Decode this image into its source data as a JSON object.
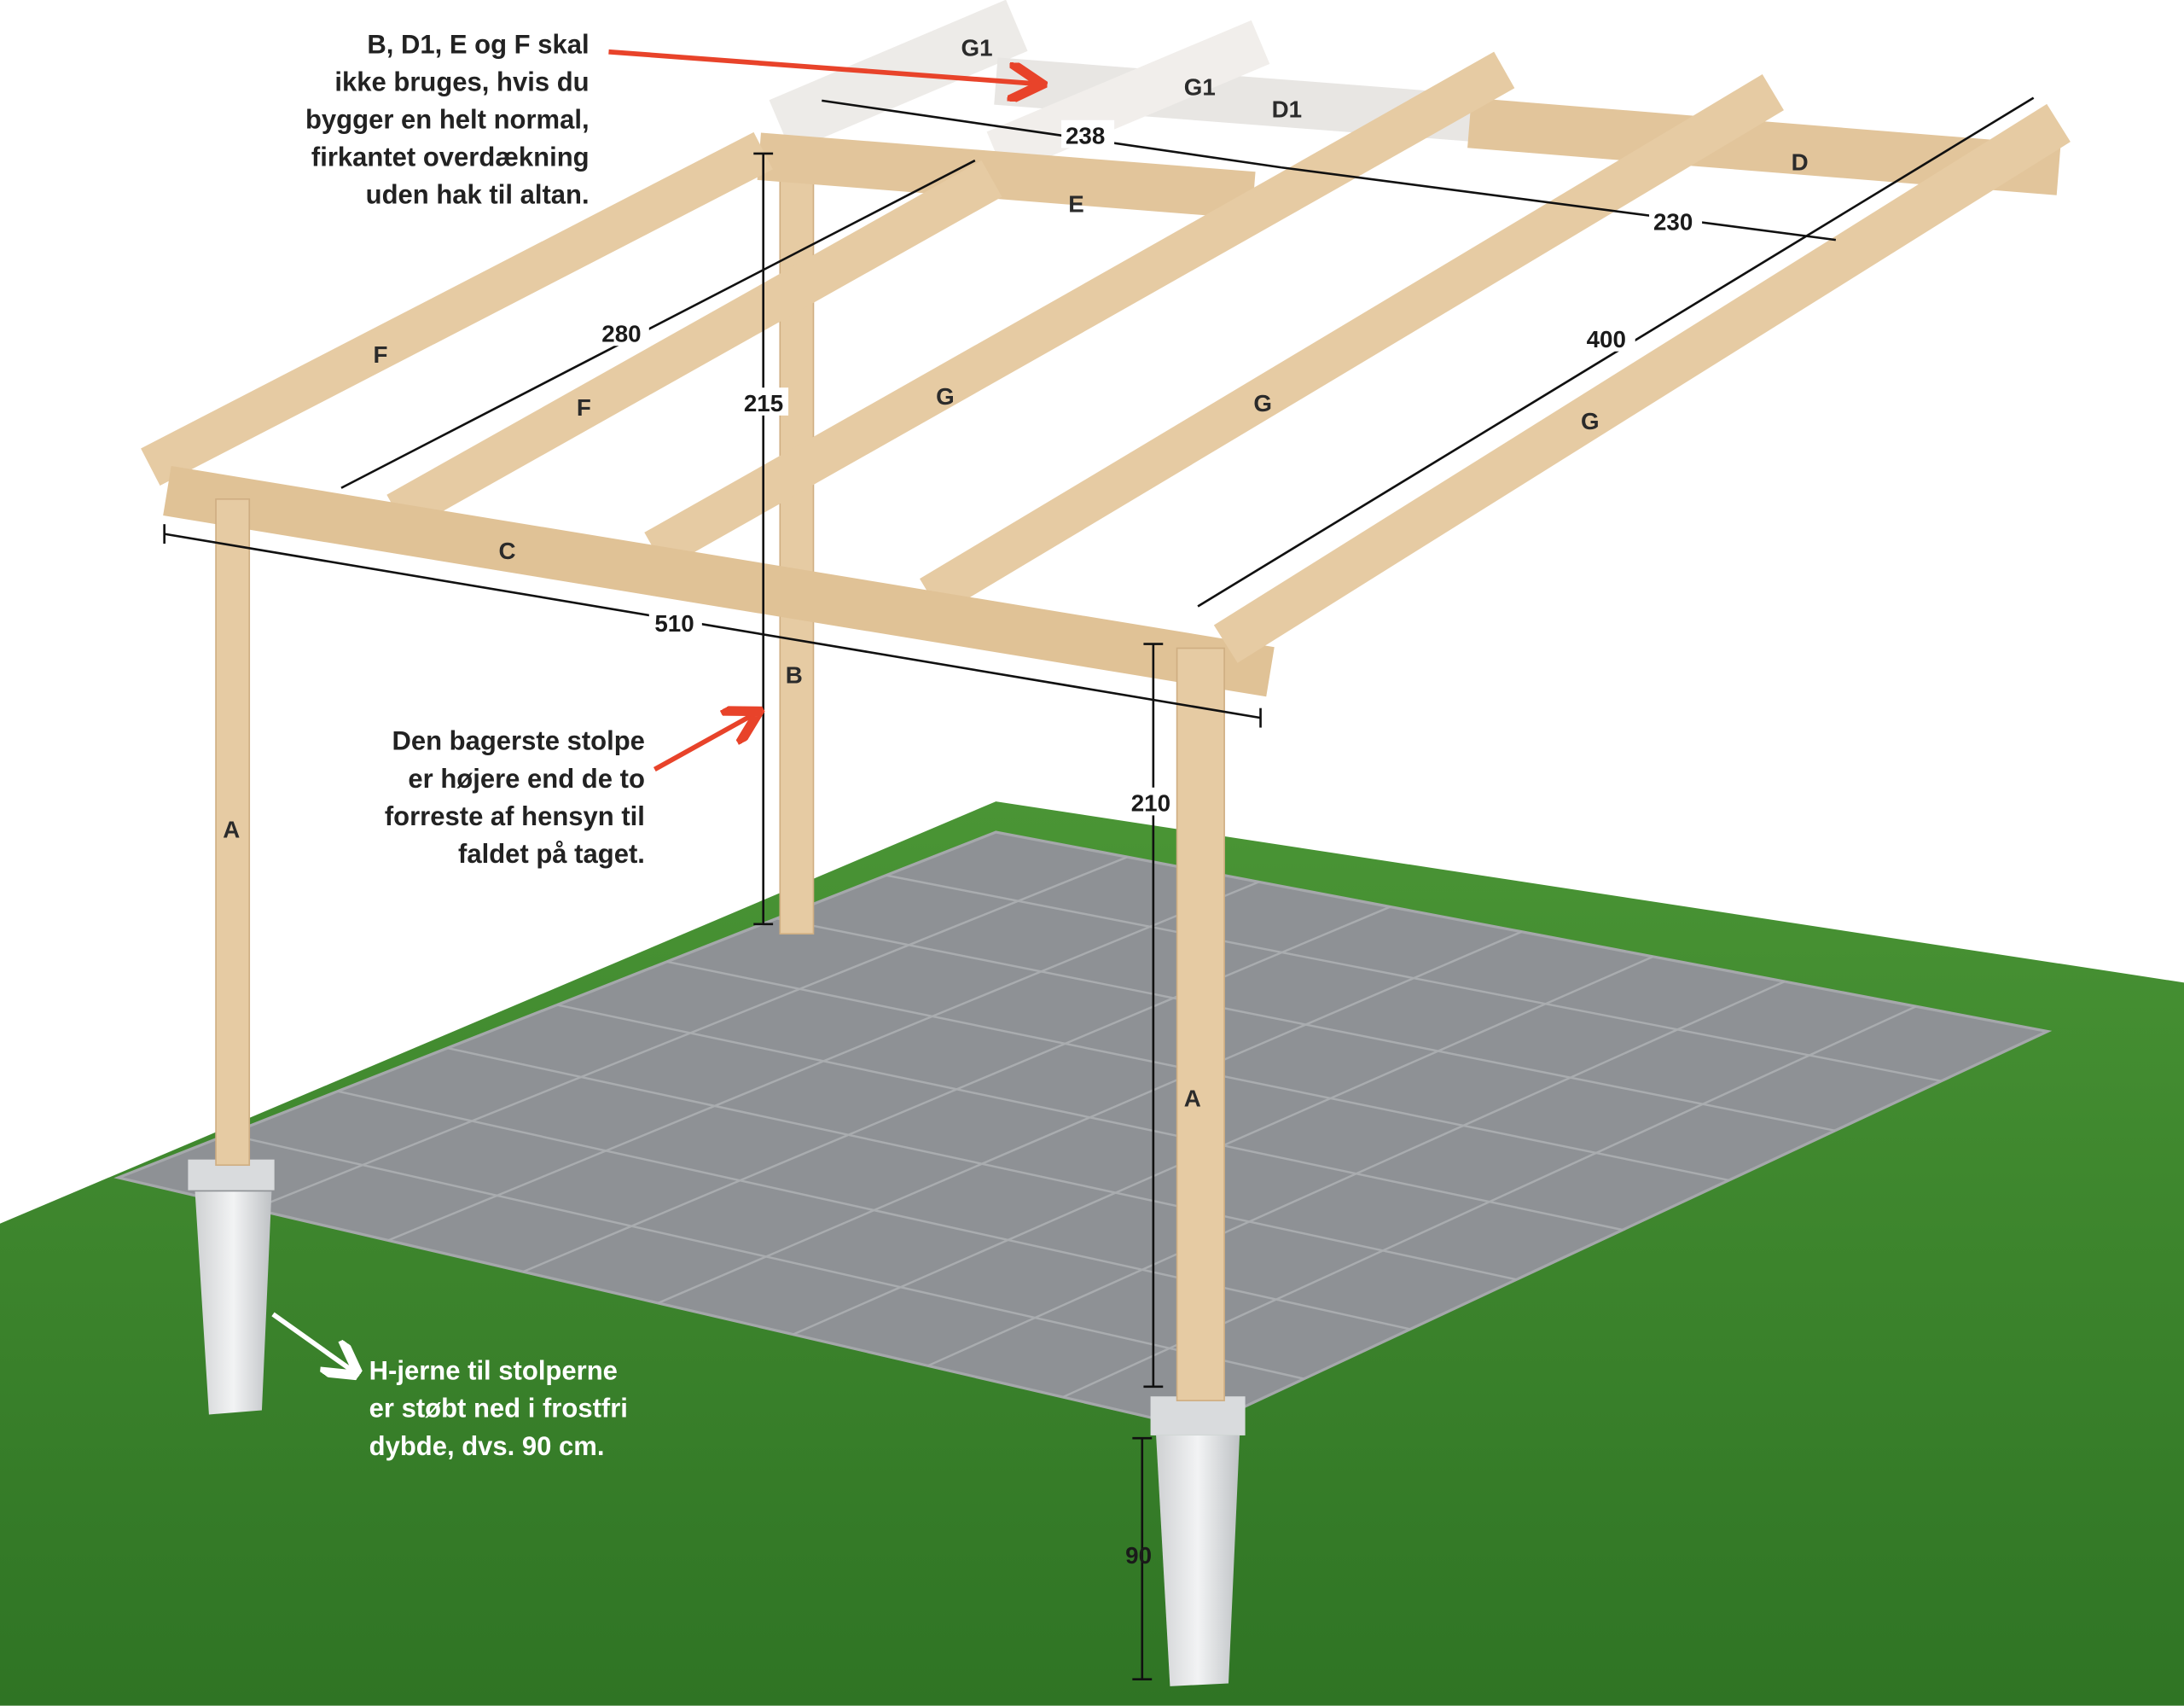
{
  "parts": {
    "A": "A",
    "B": "B",
    "C": "C",
    "D": "D",
    "D1": "D1",
    "E": "E",
    "F": "F",
    "G": "G",
    "G1": "G1"
  },
  "dimensions": {
    "front_beam": "510",
    "side_span": "280",
    "rear_post": "215",
    "front_post": "210",
    "rafter": "400",
    "back_left": "238",
    "back_right": "230",
    "footing_depth": "90"
  },
  "annotations": {
    "optional_parts": [
      "B, D1, E og F skal",
      "ikke bruges, hvis du",
      "bygger en helt normal,",
      "firkantet overdækning",
      "uden hak til altan."
    ],
    "rear_post": [
      "Den bagerste stolpe",
      "er højere end de to",
      "forreste af hensyn til",
      "faldet på taget."
    ],
    "footings": [
      "H-jerne til stolperne",
      "er støbt ned i frostfri",
      "dybde, dvs. 90 cm."
    ]
  },
  "colors": {
    "wood": "#e8cda6",
    "wood_edge": "#c9a77a",
    "faded": "#e9e6e2",
    "lawn": "#3f8a2c",
    "patio": "#8c8f93",
    "arrow_red": "#e8432a"
  }
}
